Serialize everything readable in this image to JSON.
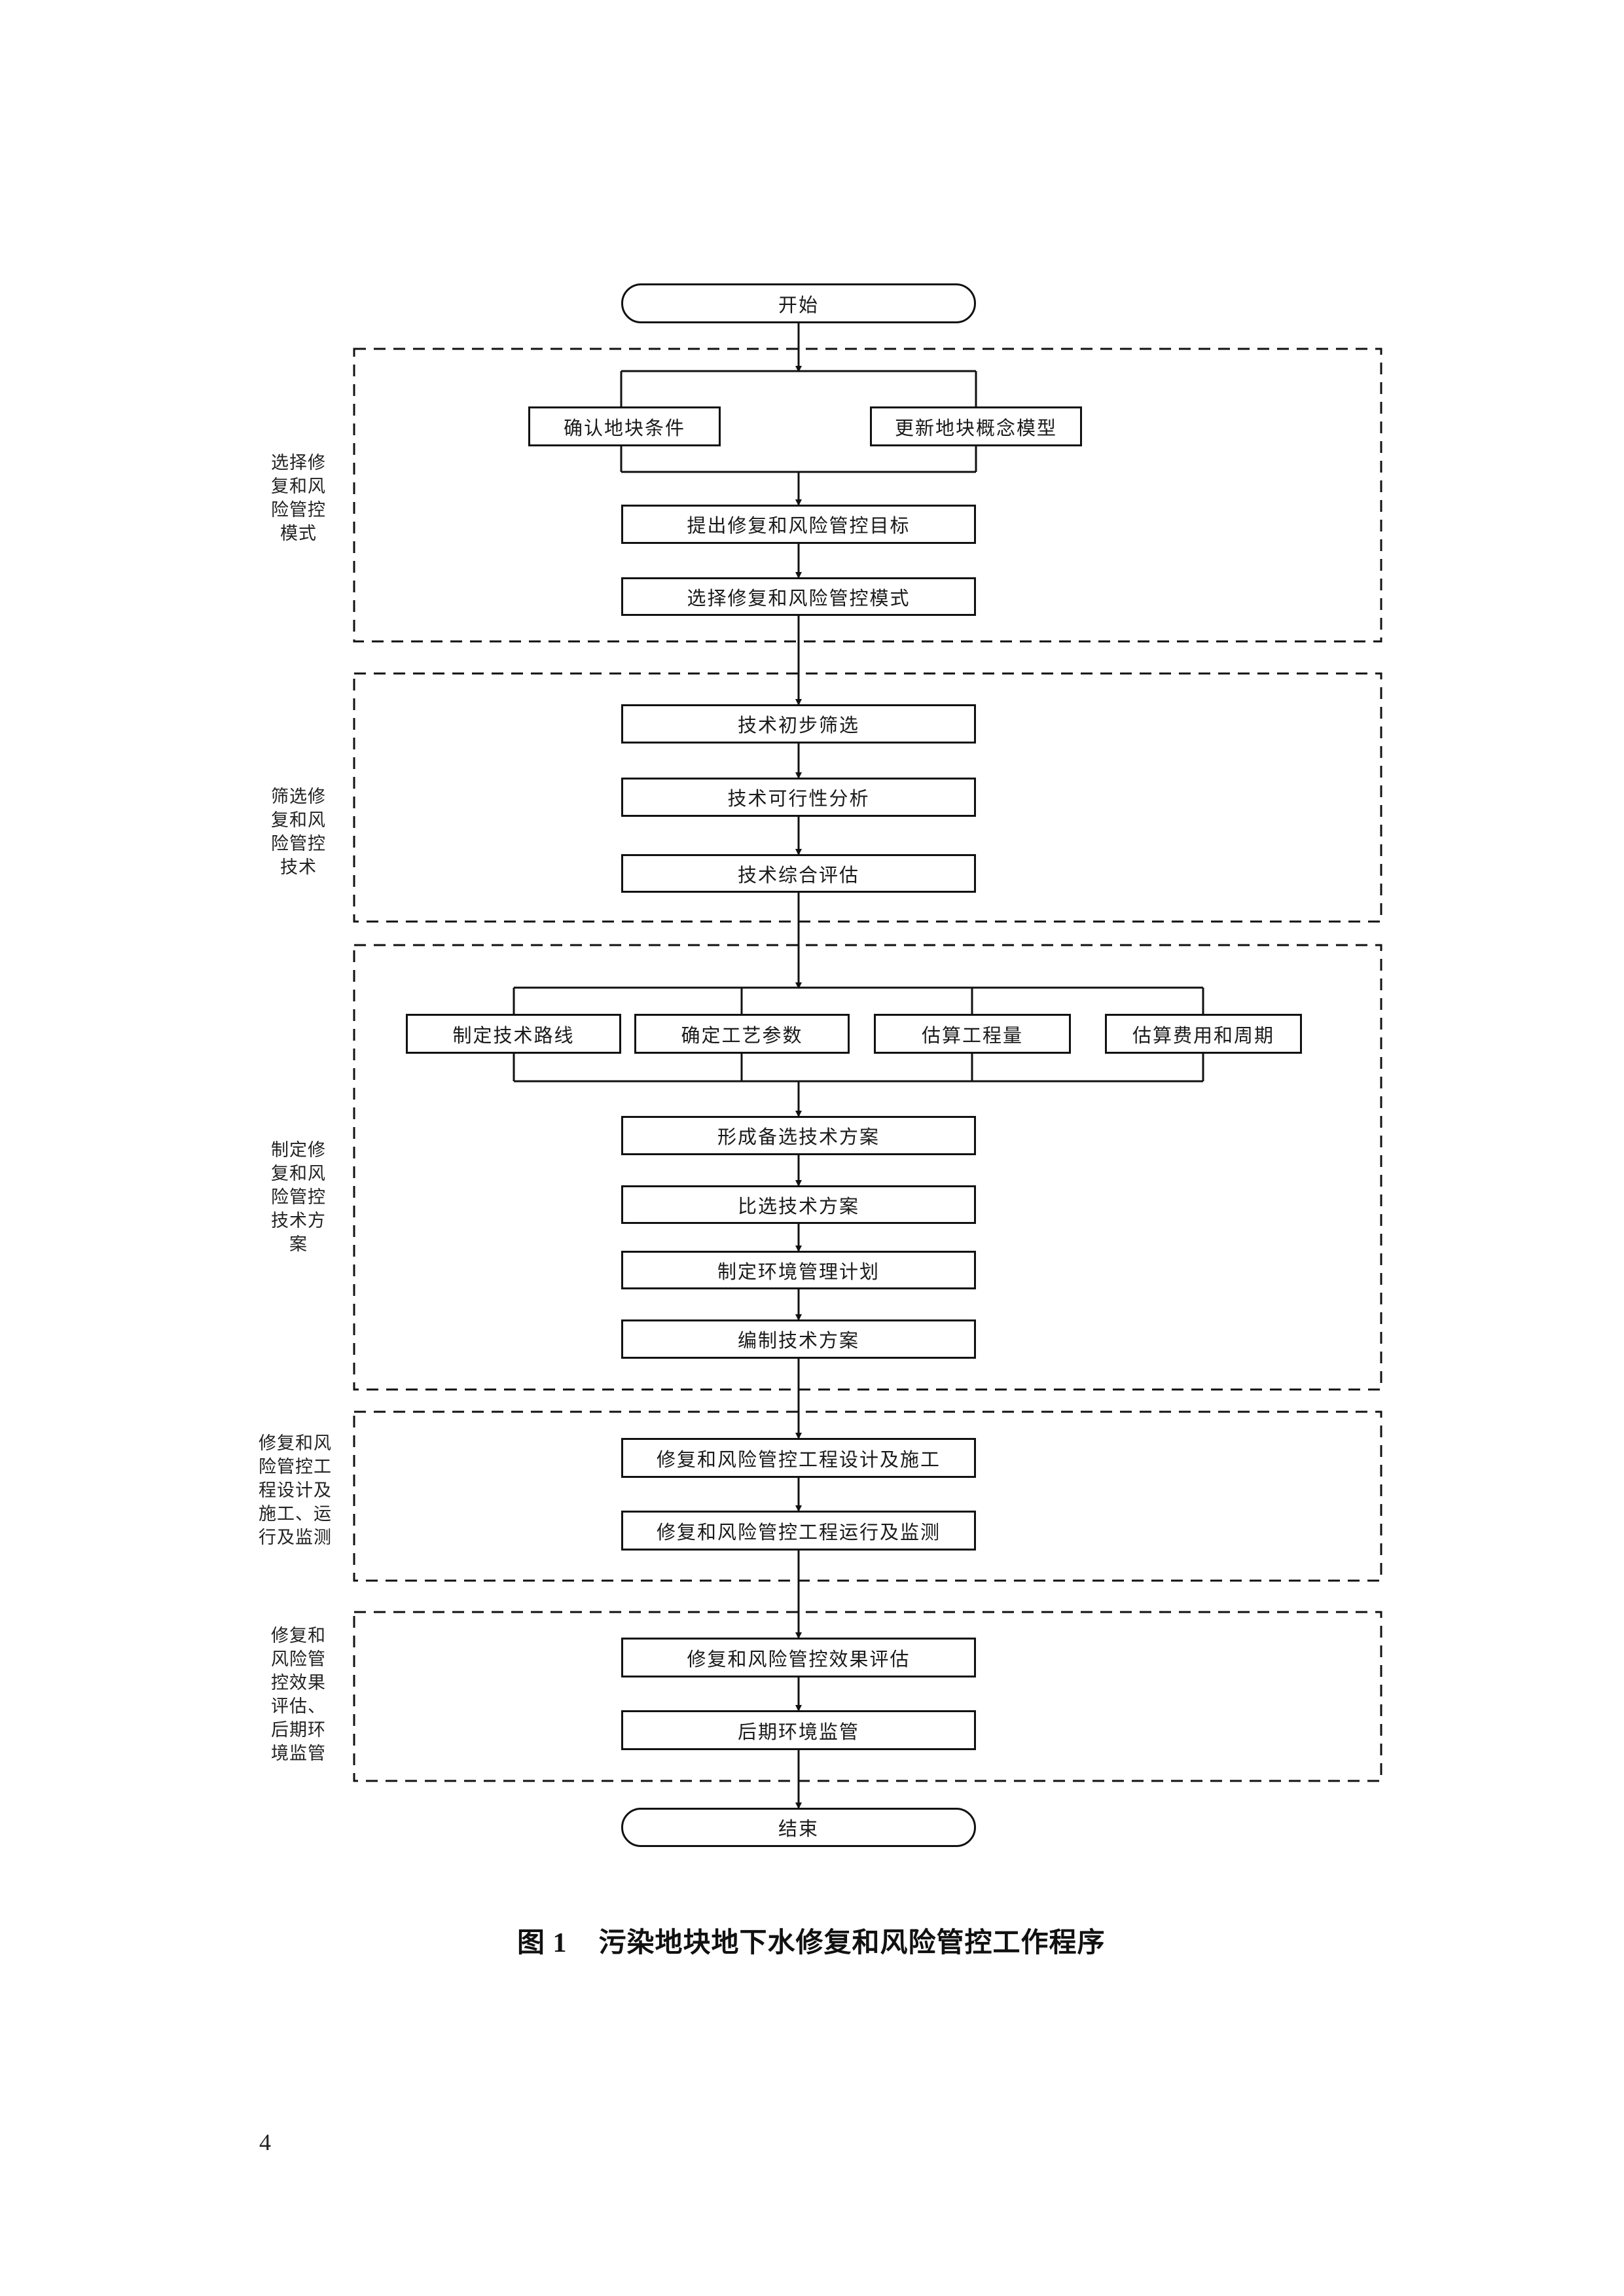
{
  "figure": {
    "number": "图 1",
    "title": "污染地块地下水修复和风险管控工作程序"
  },
  "page_number": "4",
  "start": "开始",
  "end": "结束",
  "sections": [
    {
      "label": "选择修\n复和风\n险管控\n模式",
      "parallel_steps": [
        "确认地块条件",
        "更新地块概念模型"
      ],
      "steps": [
        "提出修复和风险管控目标",
        "选择修复和风险管控模式"
      ]
    },
    {
      "label": "筛选修\n复和风\n险管控\n技术",
      "steps": [
        "技术初步筛选",
        "技术可行性分析",
        "技术综合评估"
      ]
    },
    {
      "label": "制定修\n复和风\n险管控\n技术方\n案",
      "parallel_steps": [
        "制定技术路线",
        "确定工艺参数",
        "估算工程量",
        "估算费用和周期"
      ],
      "steps": [
        "形成备选技术方案",
        "比选技术方案",
        "制定环境管理计划",
        "编制技术方案"
      ]
    },
    {
      "label": "修复和风\n险管控工\n程设计及\n施工、运\n行及监测",
      "steps": [
        "修复和风险管控工程设计及施工",
        "修复和风险管控工程运行及监测"
      ]
    },
    {
      "label": "修复和\n风险管\n控效果\n评估、\n后期环\n境监管",
      "steps": [
        "修复和风险管控效果评估",
        "后期环境监管"
      ]
    }
  ]
}
